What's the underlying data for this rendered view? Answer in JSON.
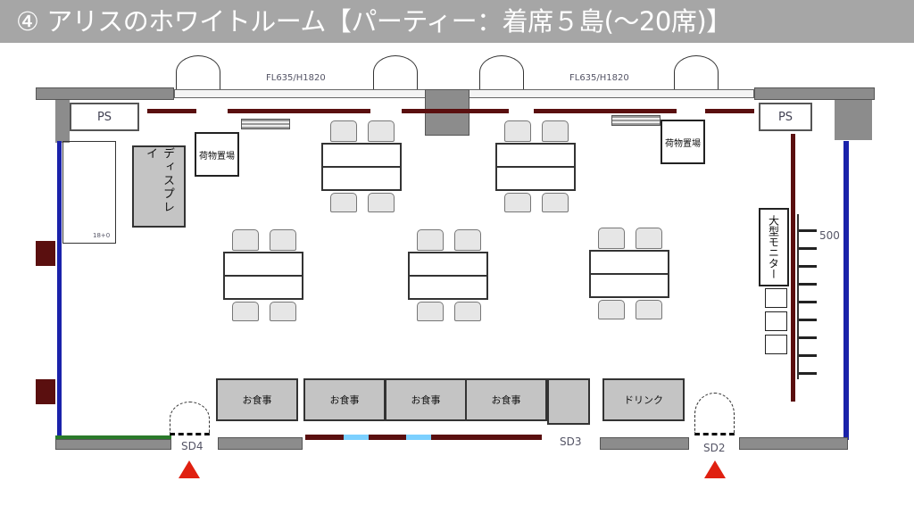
{
  "title": "④ アリスのホワイトルーム【パーティー：着席５島(～20席)】",
  "labels": {
    "ps_left": "PS",
    "ps_right": "PS",
    "window_left": "FL635/H1820",
    "window_right": "FL635/H1820",
    "display": "ディスプレイ",
    "luggage_left": "荷物置場",
    "luggage_right": "荷物置場",
    "monitor": "大型モニター",
    "dimension": "500",
    "food": [
      "お食事",
      "お食事",
      "お食事",
      "お食事"
    ],
    "drink": "ドリンク",
    "sd4": "SD4",
    "sd3": "SD3",
    "sd2": "SD2",
    "closet": "18+0"
  },
  "colors": {
    "wall": "#8c8c8c",
    "drape": "#5a0f0f",
    "entrance": "#e02010",
    "glass": "#0000cc"
  }
}
